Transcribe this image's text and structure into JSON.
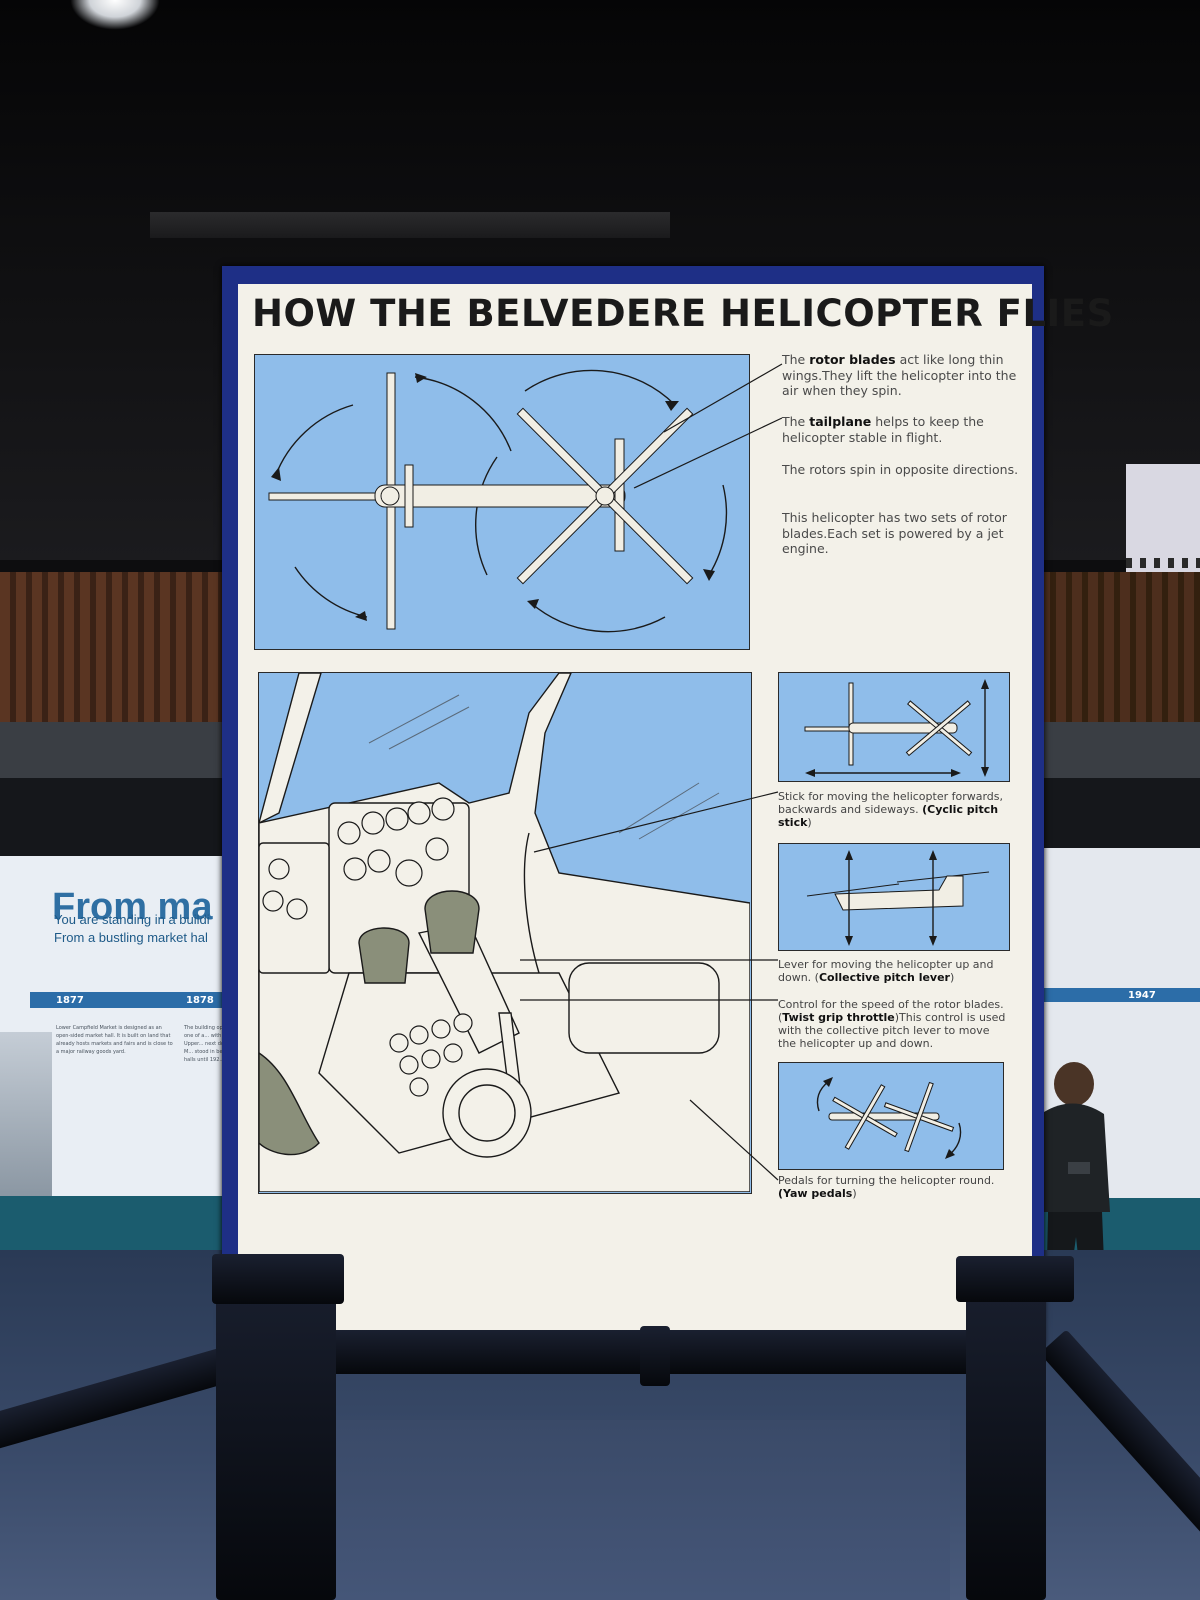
{
  "sign": {
    "title": "HOW THE BELVEDERE HELICOPTER FLIES",
    "rotor_notes": {
      "blades_pre": "The ",
      "blades_bold": "rotor blades",
      "blades_post": " act like long thin wings.They lift the helicopter into the air when they spin.",
      "tail_pre": "The ",
      "tail_bold": "tailplane",
      "tail_post": " helps to keep the helicopter stable in flight.",
      "spin": "The rotors spin in opposite directions.",
      "engines": "This helicopter has two sets of rotor blades.Each set is powered by a jet engine."
    },
    "controls": {
      "cyclic_text": "Stick for moving the helicopter forwards, backwards and sideways.",
      "cyclic_bold": "(Cyclic pitch stick",
      "cyclic_close": ")",
      "collective_text": "Lever for moving the helicopter up and down. (",
      "collective_bold": "Collective pitch lever",
      "collective_close": ")",
      "throttle_pre": "Control for the speed of the rotor blades. (",
      "throttle_bold": "Twist grip throttle",
      "throttle_post": ")This control is used with the collective pitch lever to move the helicopter up and down.",
      "pedals_text": "Pedals for turning the helicopter round.",
      "pedals_bold": "(Yaw  pedals",
      "pedals_close": ")"
    }
  },
  "left_panel": {
    "title": "From ma",
    "line1": "You are standing in a buildi",
    "line2": "From a bustling market hal",
    "years": [
      "1877",
      "1878"
    ],
    "copy1": "Lower Campfield Market is designed as an open-sided market hall. It is built on land that already hosts markets and fairs and is close to a major railway goods yard.",
    "copy2": "The building op... It is one of a... with the Upper... next door. St M... stood in betwee... halls until 192..."
  },
  "right_panel": {
    "year": "1947"
  },
  "colors": {
    "frame": "#1e2f86",
    "board": "#f3f1e9",
    "panel_blue": "#8fbdea"
  }
}
